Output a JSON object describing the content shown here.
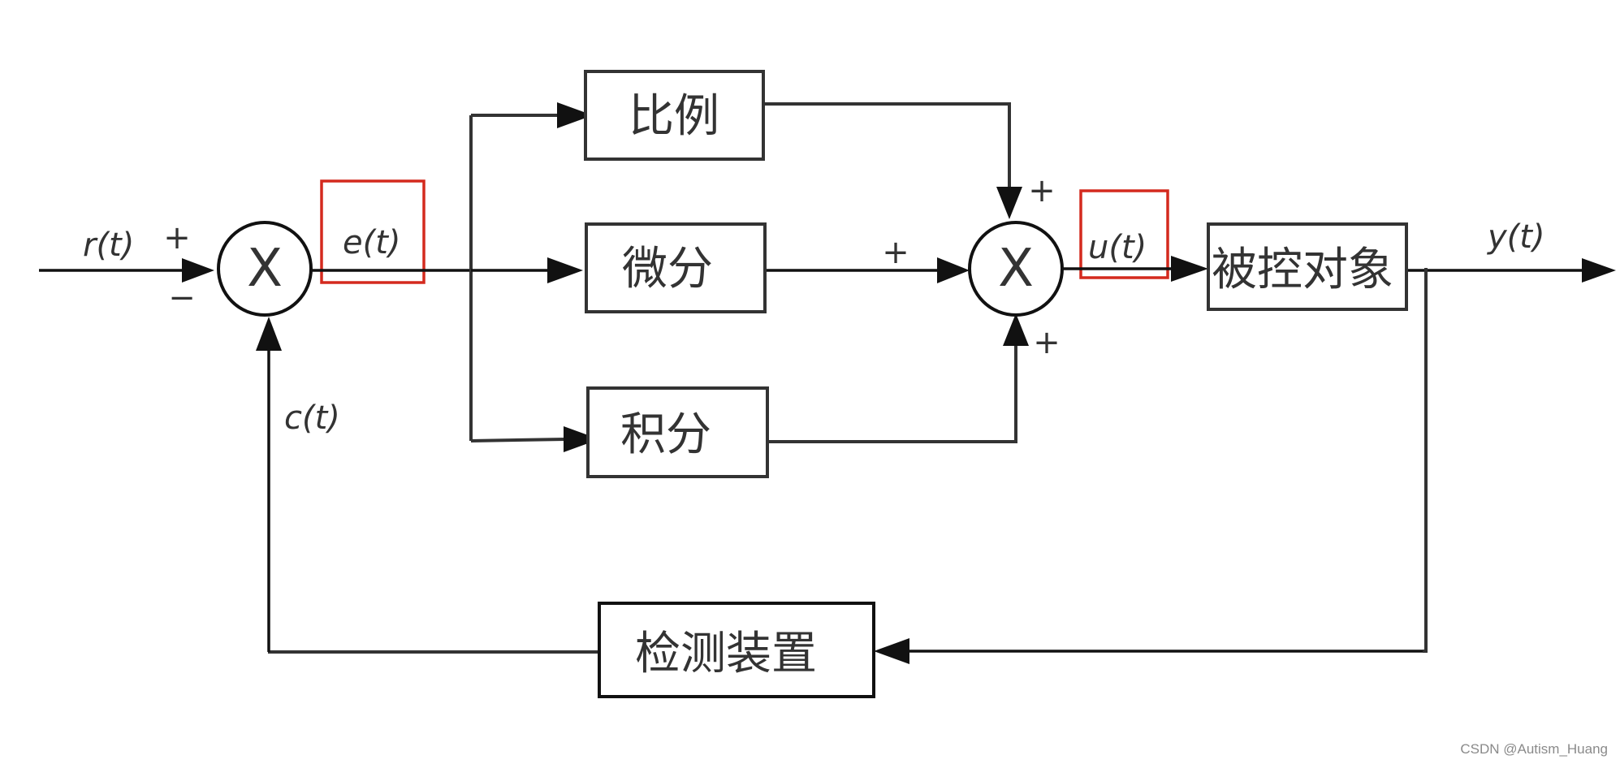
{
  "blocks": {
    "proportional": "比例",
    "derivative": "微分",
    "integral": "积分",
    "plant": "被控对象",
    "sensor": "检测装置"
  },
  "signals": {
    "input": "r(t)",
    "error": "e(t)",
    "feedback": "c(t)",
    "control": "u(t)",
    "output": "y(t)"
  },
  "signs": {
    "sum1_input": "+",
    "sum1_feedback": "−",
    "sum2_proportional": "+",
    "sum2_derivative": "+",
    "sum2_integral": "+"
  },
  "summing_junction_symbol": "X",
  "watermark": "CSDN @Autism_Huang",
  "colors": {
    "line": "#333333",
    "arrow": "#111111",
    "highlight": "#d42a1e"
  }
}
